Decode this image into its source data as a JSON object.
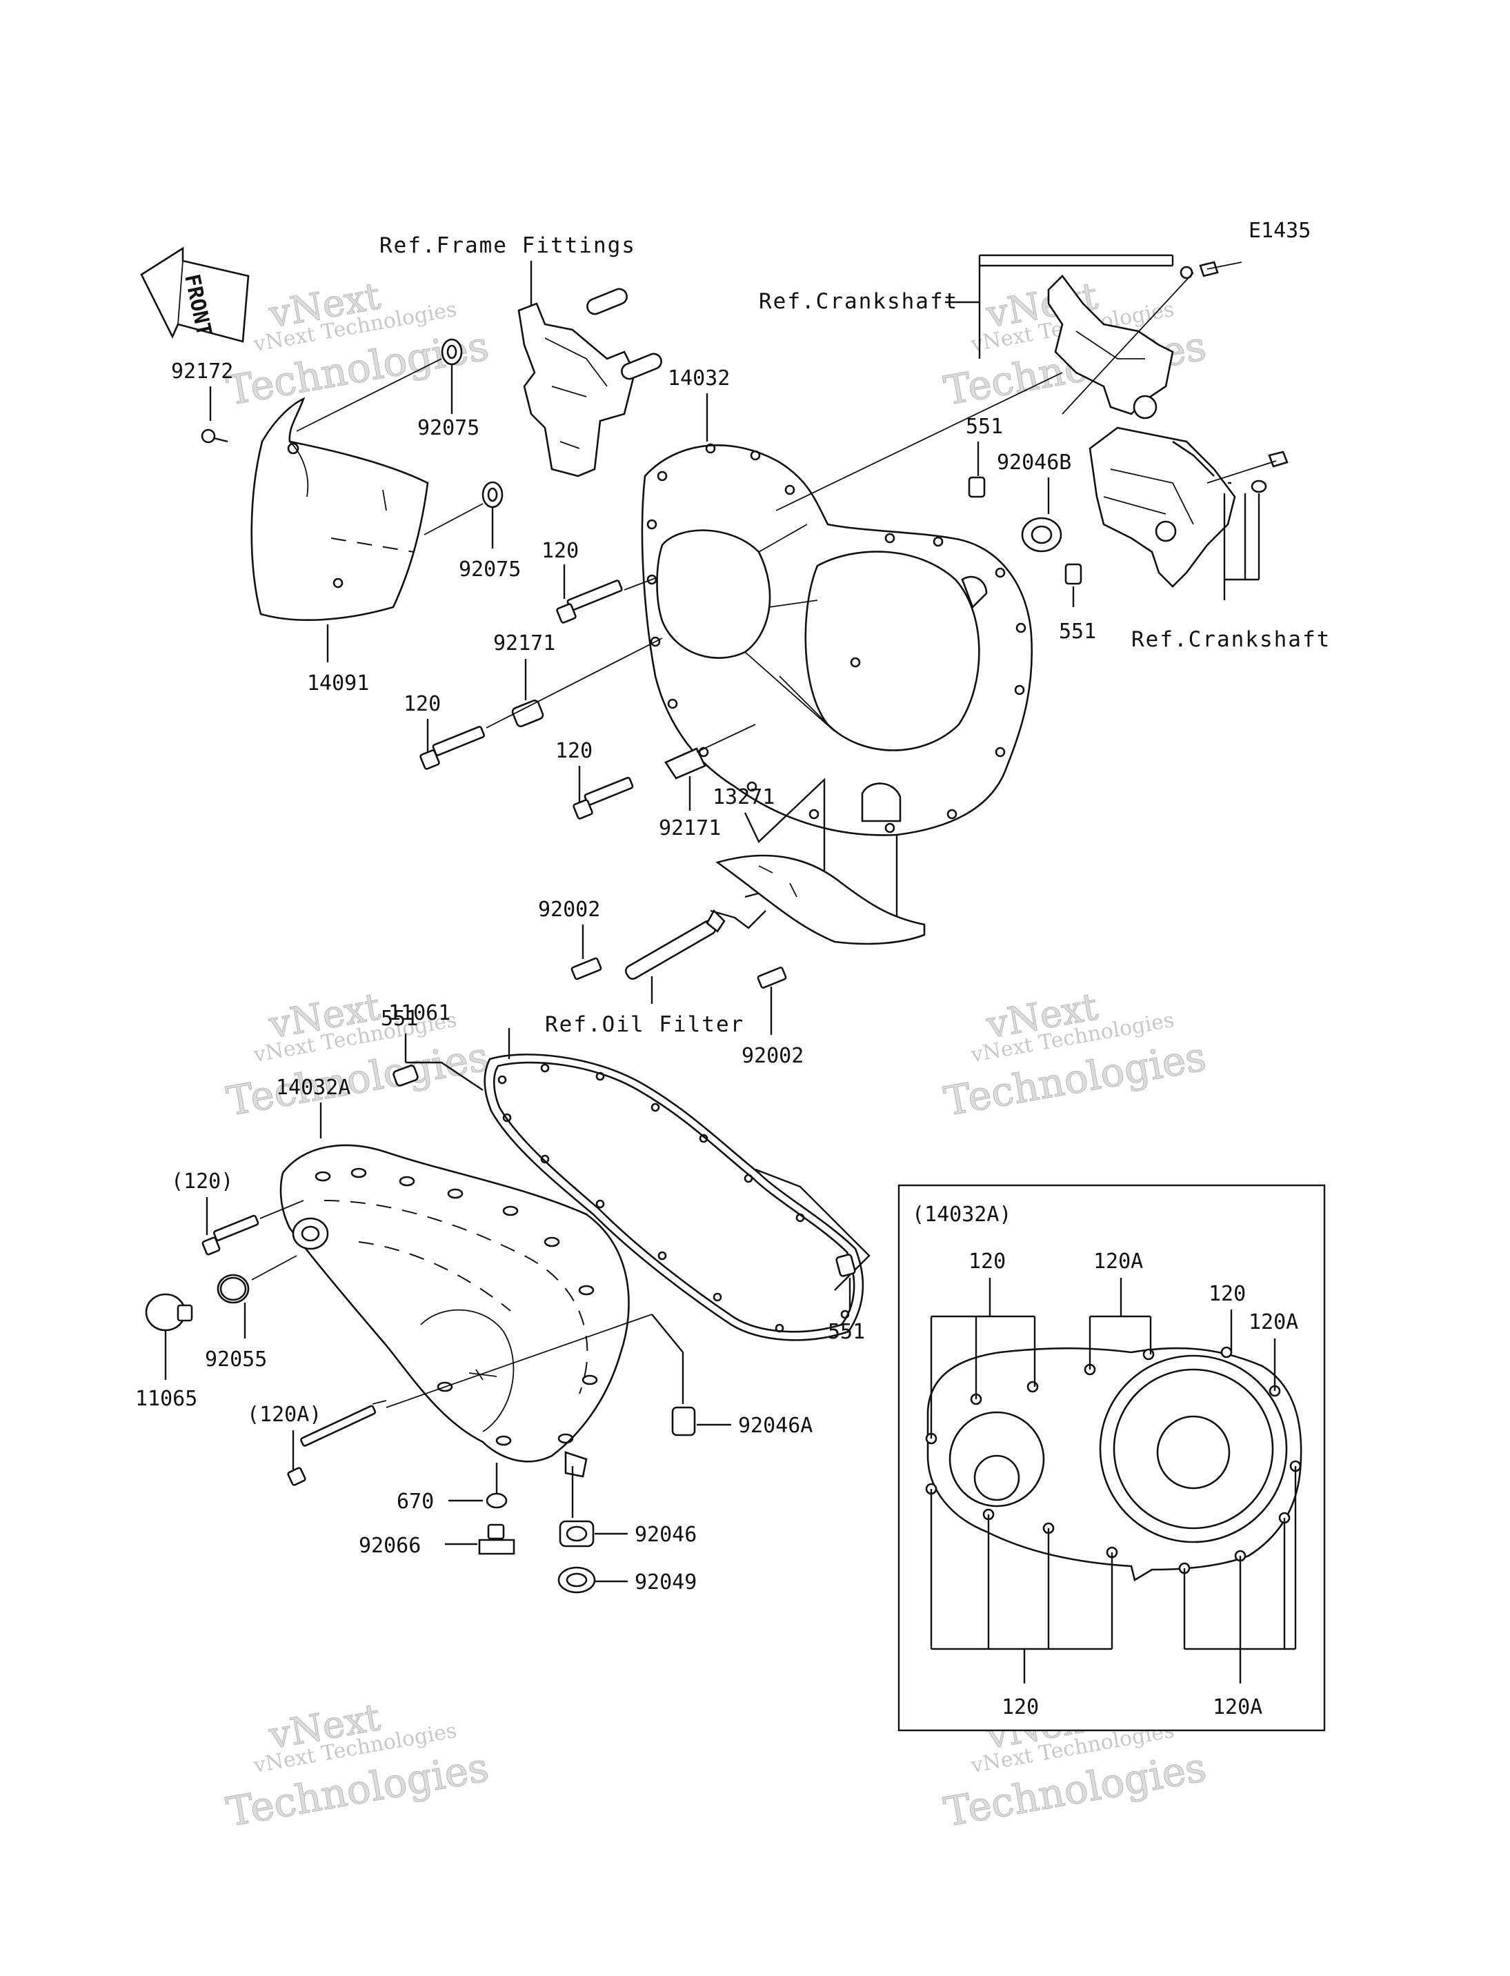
{
  "diagram_code": "E1435",
  "front_label": "FRONT",
  "refs": {
    "frame_fittings": "Ref.Frame Fittings",
    "crankshaft_top": "Ref.Crankshaft",
    "crankshaft_right": "Ref.Crankshaft",
    "oil_filter": "Ref.Oil Filter"
  },
  "parts": {
    "p92172": "92172",
    "p92075_a": "92075",
    "p92075_b": "92075",
    "p14091": "14091",
    "p14032": "14032",
    "p551_a": "551",
    "p92046B": "92046B",
    "p551_b": "551",
    "p120_a": "120",
    "p92171_a": "92171",
    "p120_b": "120",
    "p120_c": "120",
    "p92171_b": "92171",
    "p13271": "13271",
    "p92002_a": "92002",
    "p92002_b": "92002",
    "p11061": "11061",
    "p551_c": "551",
    "p14032A": "14032A",
    "p120_paren": "(120)",
    "p92055": "92055",
    "p11065": "11065",
    "p120A_paren": "(120A)",
    "p551_d": "551",
    "p92046A": "92046A",
    "p670": "670",
    "p92066": "92066",
    "p92046": "92046",
    "p92049": "92049"
  },
  "inset": {
    "title": "(14032A)",
    "l120_top": "120",
    "l120A_top": "120A",
    "l120_right": "120",
    "l120A_right": "120A",
    "l120_bottom": "120",
    "l120A_bottom": "120A"
  },
  "watermark": {
    "brand": "vNext",
    "line1": "vNext Technologies",
    "line2": "Technologies"
  }
}
